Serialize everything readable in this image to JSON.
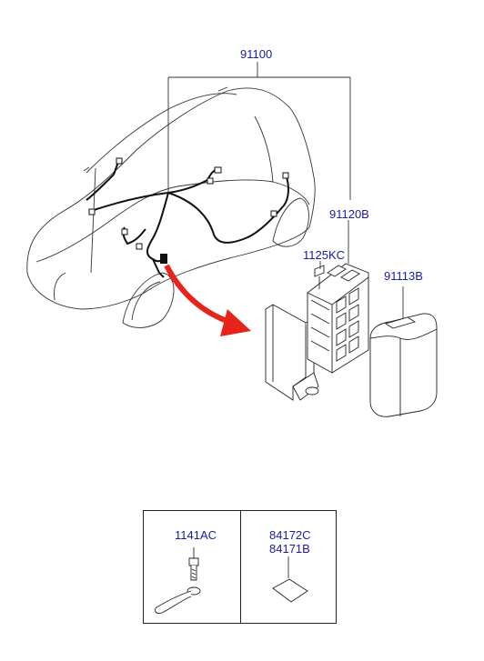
{
  "diagram": {
    "label_color": "#1a1aa6",
    "arrow_color": "#e8241a",
    "line_color": "#222222",
    "parts": {
      "main_harness": "91100",
      "junction_box": "91120B",
      "screw": "1125KC",
      "junction_cover": "91113B"
    },
    "detail": {
      "ground_bolt": "1141AC",
      "pad_upper": "84172C",
      "pad_lower": "84171B"
    }
  }
}
